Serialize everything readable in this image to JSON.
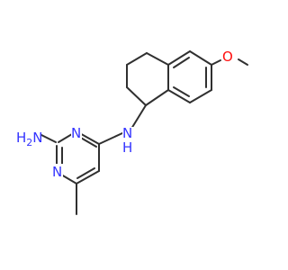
{
  "molecule": {
    "atoms": {
      "nh2": "H2N",
      "n_ring_1": "N",
      "n_ring_2": "N",
      "nh_linker": "N",
      "nh_linker_h": "H",
      "o_methoxy": "O"
    },
    "colors": {
      "bond": "#303030",
      "nitrogen": "#3333ff",
      "oxygen": "#ff0d0d",
      "background": "#ffffff"
    }
  }
}
